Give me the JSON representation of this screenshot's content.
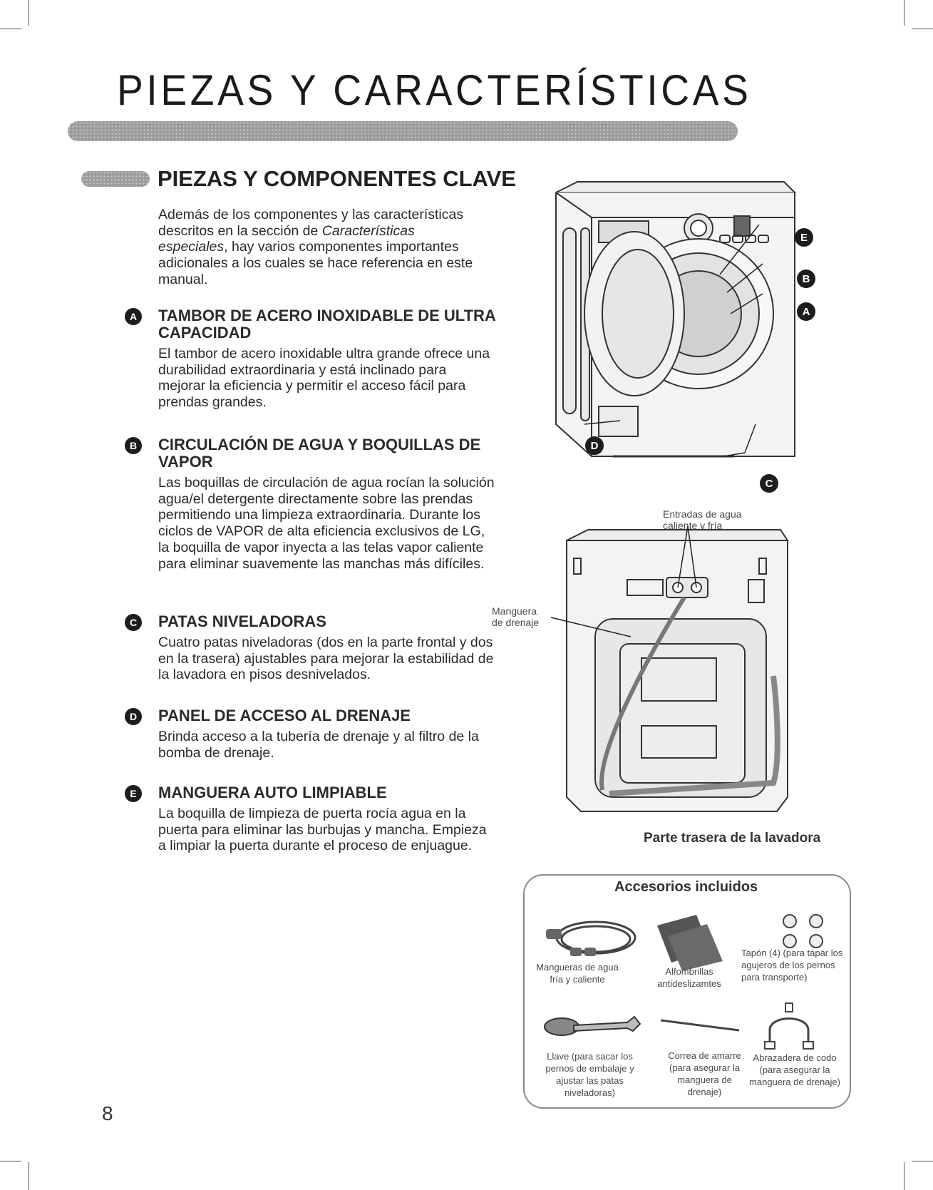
{
  "header": {
    "title": "PIEZAS Y CARACTERÍSTICAS"
  },
  "section": {
    "heading": "PIEZAS Y COMPONENTES CLAVE",
    "intro_pre": "Además de los componentes y las características descritos en la sección de ",
    "intro_italic": "Características especiales",
    "intro_post": ", hay varios componentes importantes adicionales a los cuales se hace referencia en este manual."
  },
  "features": [
    {
      "letter": "A",
      "title": "TAMBOR DE ACERO INOXIDABLE DE ULTRA CAPACIDAD",
      "body": "El tambor de acero inoxidable ultra grande ofrece una durabilidad extraordinaria y está inclinado para mejorar la eficiencia y permitir el acceso fácil para prendas grandes."
    },
    {
      "letter": "B",
      "title": "CIRCULACIÓN DE AGUA Y BOQUILLAS DE VAPOR",
      "body": "Las boquillas de circulación de agua rocían la solución agua/el detergente directamente sobre las prendas permitiendo una limpieza extraordinaria. Durante los ciclos de VAPOR de alta eficiencia exclusivos de LG, la boquilla de vapor inyecta a las telas vapor caliente para eliminar suavemente las manchas más difíciles."
    },
    {
      "letter": "C",
      "title": "PATAS NIVELADORAS",
      "body": "Cuatro patas niveladoras (dos en la parte frontal y dos en la trasera) ajustables para mejorar la estabilidad de la lavadora en pisos desnivelados."
    },
    {
      "letter": "D",
      "title": "PANEL DE ACCESO AL DRENAJE",
      "body": "Brinda acceso a la tubería de drenaje y al filtro de la bomba de drenaje."
    },
    {
      "letter": "E",
      "title": "MANGUERA AUTO LIMPIABLE",
      "body": "La boquilla de limpieza de puerta rocía agua en la puerta para eliminar las burbujas y mancha. Empieza a limpiar la puerta durante el proceso de enjuague."
    }
  ],
  "front_diagram": {
    "callouts": [
      "E",
      "B",
      "A",
      "D",
      "C"
    ]
  },
  "rear_diagram": {
    "inlets_label": "Entradas de agua caliente y fría",
    "drain_label": "Manguera de drenaje",
    "caption": "Parte trasera de la lavadora"
  },
  "accessories": {
    "title": "Accesorios incluidos",
    "items": [
      {
        "label": "Mangueras de agua fría y caliente"
      },
      {
        "label": "Alfombrillas antideslizamtes"
      },
      {
        "label": "Tapón (4) (para tapar los agujeros de los pernos para transporte)"
      },
      {
        "label": "Llave (para sacar los pernos de embalaje y ajustar las patas niveladoras)"
      },
      {
        "label": "Correa de amarre (para asegurar la manguera de drenaje)"
      },
      {
        "label": "Abrazadera de codo (para asegurar la manguera de drenaje)"
      }
    ]
  },
  "page_number": "8"
}
